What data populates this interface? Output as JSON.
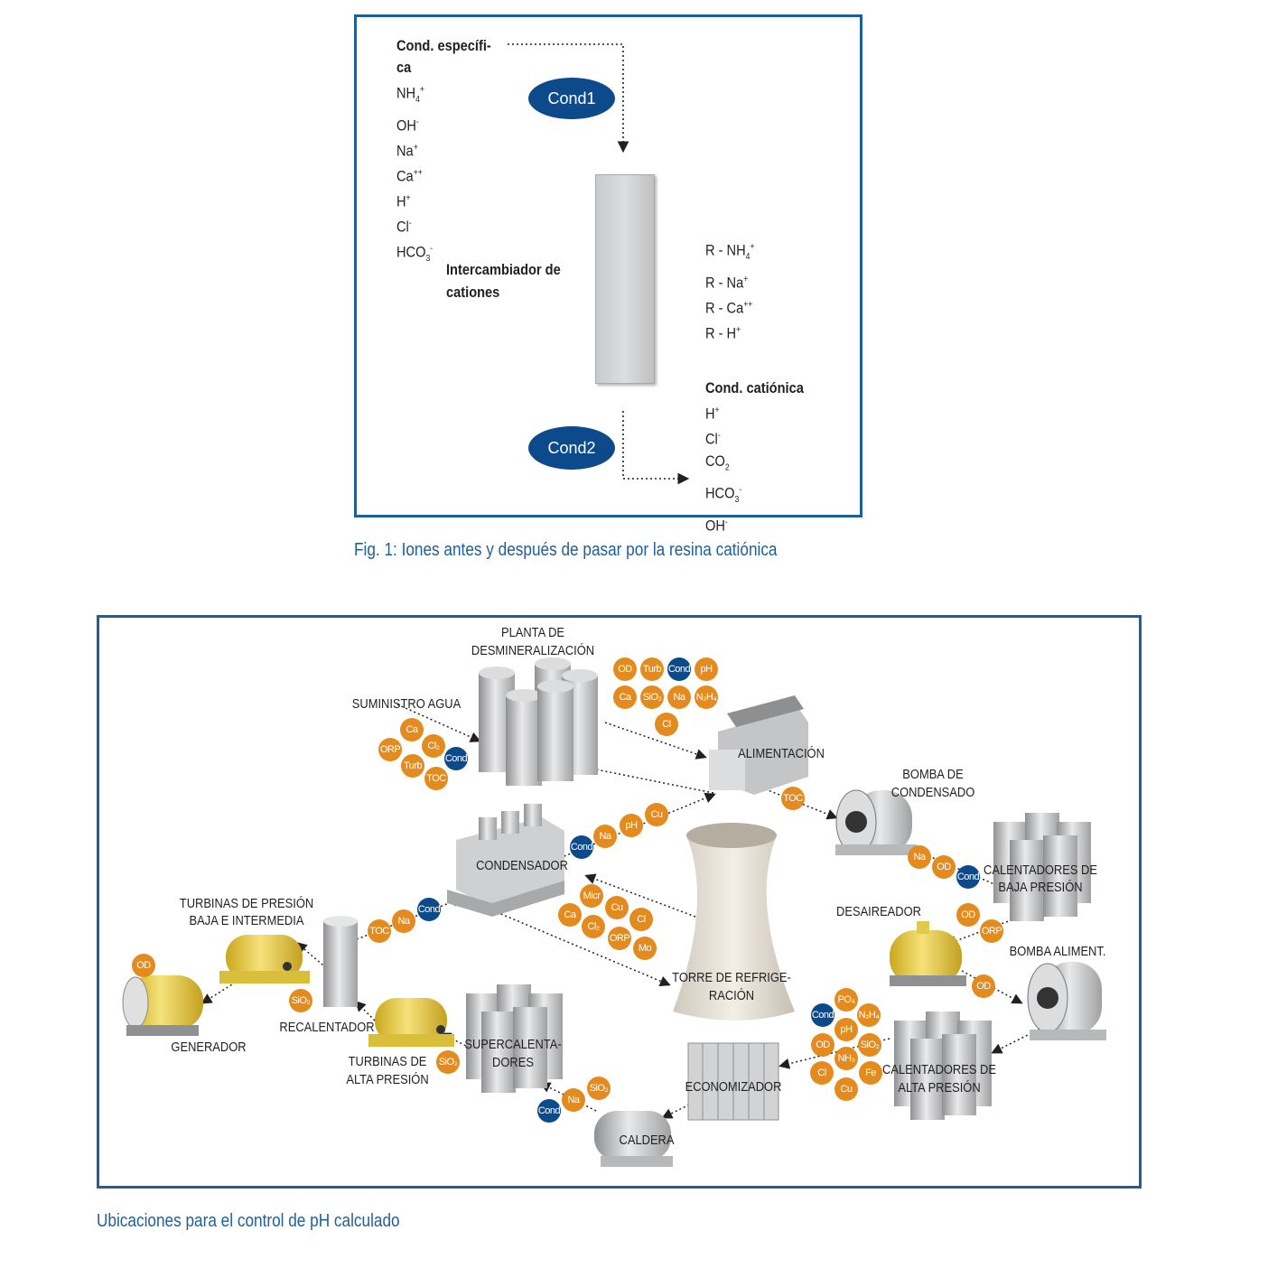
{
  "figure1": {
    "inlet_label": "Cond. específi-ca",
    "inlet_label_line1": "Cond. específi-",
    "inlet_label_line2": "ca",
    "inlet_ions": [
      {
        "base": "NH",
        "sub": "4",
        "sup": "+"
      },
      {
        "base": "OH",
        "sub": "",
        "sup": "-"
      },
      {
        "base": "Na",
        "sub": "",
        "sup": "+"
      },
      {
        "base": "Ca",
        "sub": "",
        "sup": "++"
      },
      {
        "base": "H",
        "sub": "",
        "sup": "+"
      },
      {
        "base": "Cl",
        "sub": "",
        "sup": "-"
      },
      {
        "base": "HCO",
        "sub": "3",
        "sup": "-"
      }
    ],
    "cond1": "Cond1",
    "cond2": "Cond2",
    "exchanger_line1": "Intercambiador de",
    "exchanger_line2": "cationes",
    "resin_ions": [
      {
        "base": "R - NH",
        "sub": "4",
        "sup": "+"
      },
      {
        "base": "R - Na",
        "sub": "",
        "sup": "+"
      },
      {
        "base": "R - Ca",
        "sub": "",
        "sup": "++"
      },
      {
        "base": "R - H",
        "sub": "",
        "sup": "+"
      }
    ],
    "outlet_label": "Cond. catiónica",
    "outlet_ions": [
      {
        "base": "H",
        "sub": "",
        "sup": "+"
      },
      {
        "base": "Cl",
        "sub": "",
        "sup": "-"
      },
      {
        "base": "CO",
        "sub": "2",
        "sup": ""
      },
      {
        "base": "HCO",
        "sub": "3",
        "sup": "-"
      },
      {
        "base": "OH",
        "sub": "",
        "sup": "-"
      }
    ],
    "caption": "Fig. 1: Iones antes y después de pasar por la resina catiónica"
  },
  "figure2": {
    "caption": "Ubicaciones para el control de pH calculado",
    "labels": {
      "demin_1": "PLANTA DE",
      "demin_2": "DESMINERALIZACIÓN",
      "water_supply": "SUMINISTRO AGUA",
      "feed": "ALIMENTACIÓN",
      "condensate_pump_1": "BOMBA DE",
      "condensate_pump_2": "CONDENSADO",
      "lp_heaters_1": "CALENTADORES DE",
      "lp_heaters_2": "BAJA PRESIÓN",
      "condenser": "CONDENSADOR",
      "deaerator": "DESAIREADOR",
      "feed_pump": "BOMBA ALIMENT.",
      "lp_turbines_1": "TURBINAS DE PRESIÓN",
      "lp_turbines_2": "BAJA E INTERMEDIA",
      "generator": "GENERADOR",
      "reheater": "RECALENTADOR",
      "cooling_tower_1": "TORRE DE REFRIGE-",
      "cooling_tower_2": "RACIÓN",
      "hp_turbines_1": "TURBINAS DE",
      "hp_turbines_2": "ALTA PRESIÓN",
      "superheaters_1": "SUPERCALENTA-",
      "superheaters_2": "DORES",
      "economizer": "ECONOMIZADOR",
      "hp_heaters_1": "CALENTADORES DE",
      "hp_heaters_2": "ALTA PRESIÓN",
      "boiler": "CALDERA"
    },
    "badges": {
      "demin": [
        "OD",
        "Turb",
        "Cond",
        "pH",
        "Ca",
        "SiO₂",
        "Na",
        "N₂H₄",
        "Cl"
      ],
      "supply": [
        "Ca",
        "ORP",
        "Cl₂",
        "Cond",
        "Turb",
        "TOC"
      ],
      "feed_out": [
        "TOC"
      ],
      "condenser_out": [
        "Cond",
        "Na",
        "pH",
        "Cu"
      ],
      "cooling": [
        "Micr",
        "Ca",
        "Cu",
        "Cl₂",
        "Cl",
        "ORP",
        "Mo"
      ],
      "pump_out": [
        "Na",
        "OD",
        "Cond"
      ],
      "lp_out": [
        "OD",
        "ORP"
      ],
      "deaerator_out": [
        "OD"
      ],
      "to_condenser": [
        "TOC",
        "Na",
        "Cond"
      ],
      "generator": [
        "OD"
      ],
      "reheater_in": [
        "SiO₂"
      ],
      "hp_turb": [
        "SiO₂"
      ],
      "boiler_out": [
        "Cond",
        "Na",
        "SiO₂"
      ],
      "hp_out": [
        "PO₄",
        "N₂H₄",
        "Cond",
        "pH",
        "OD",
        "NH₃",
        "SiO₂",
        "Cl",
        "Fe",
        "Cu"
      ]
    },
    "colors": {
      "frame": "#1f5f99",
      "badge_orange": "#e38b1e",
      "badge_blue": "#0d4a8c"
    }
  }
}
